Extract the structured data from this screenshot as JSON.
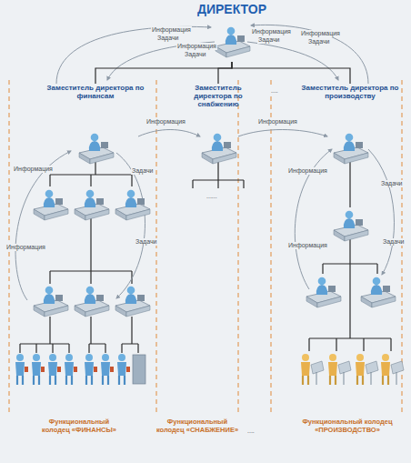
{
  "diagram": {
    "nodes": [
      {
        "text": [
          "ДИРЕКТОР"
        ]
      },
      {
        "text": [
          "Заместитель директора по финансам"
        ]
      },
      {
        "text": [
          "Заместитель директора по снабжению"
        ]
      },
      {
        "text": [
          "Заместитель директора по производству"
        ]
      }
    ],
    "edges": [
      {
        "from": 0,
        "to": 1,
        "arrow": "none"
      },
      {
        "from": 0,
        "to": 2,
        "arrow": "none"
      },
      {
        "from": 0,
        "to": 3,
        "arrow": "none"
      }
    ],
    "labels": [
      "Информация",
      "Задачи",
      "Информация",
      "Задачи",
      "Информация",
      "Задачи",
      "Информация",
      "Задачи",
      "Информация",
      "Информация",
      "Информация",
      "Задачи",
      "Информация",
      "Задачи",
      "Информация",
      "Задачи",
      "Информация",
      "Задачи",
      "....",
      "......",
      "Функциональный колодец «ФИНАНСЫ»",
      "Функциональный колодец «СНАБЖЕНИЕ»",
      "....",
      "Функциональный колодец «ПРОИЗВОДСТВО»"
    ]
  }
}
